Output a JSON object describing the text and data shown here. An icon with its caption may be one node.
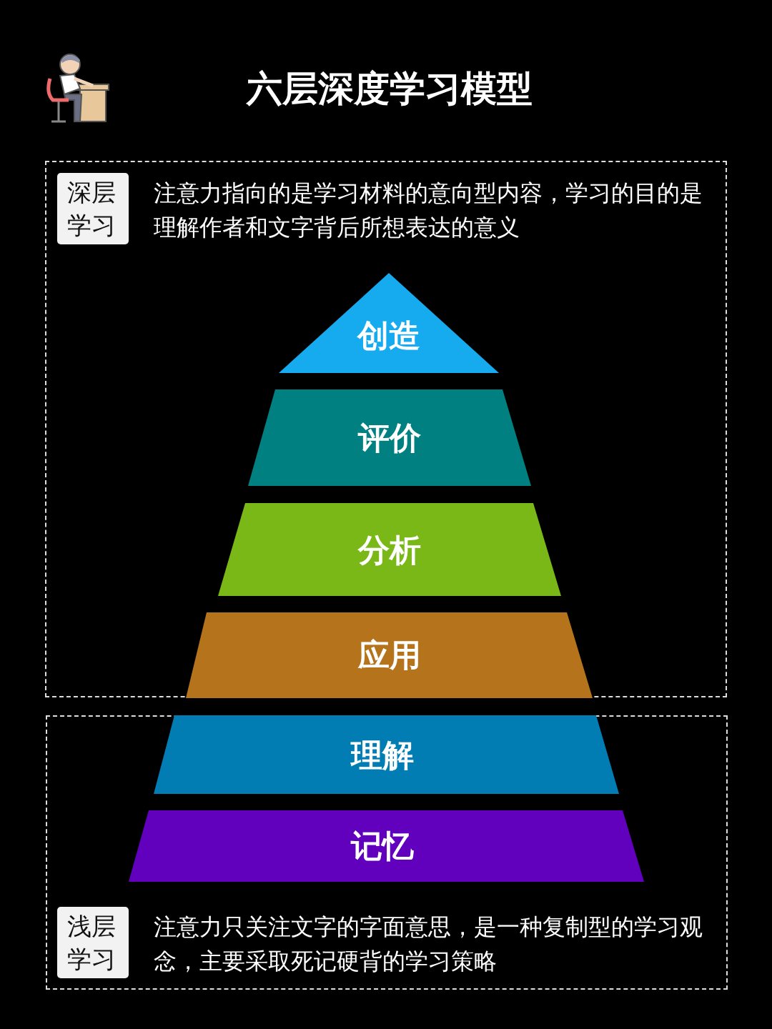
{
  "diagram": {
    "title": "六层深度学习模型",
    "nodes": [
      {
        "text": [
          "注意力指向的是学习材料的意向型内容，学习的目的是理解作者和文字背后所想表达的意义"
        ]
      },
      {
        "text": [
          "深层学习"
        ],
        "in": 0
      },
      {
        "text": [
          "创造"
        ],
        "in": 0
      },
      {
        "text": [
          "评价"
        ],
        "in": 0
      },
      {
        "text": [
          "分析"
        ],
        "in": 0
      },
      {
        "text": [
          "应用"
        ],
        "in": 0
      },
      {
        "text": [
          "注意力只关注文字的字面意思，是一种复制型的学习观念，主要采取死记硬背的学习策略"
        ]
      },
      {
        "text": [
          "理解"
        ],
        "in": 6
      },
      {
        "text": [
          "记忆"
        ],
        "in": 6
      },
      {
        "text": [
          "浅层学习"
        ],
        "in": 6
      }
    ],
    "edges": []
  }
}
